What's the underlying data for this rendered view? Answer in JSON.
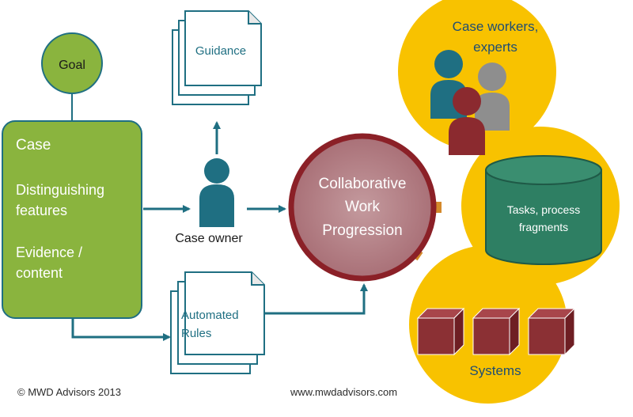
{
  "goal": {
    "label": "Goal"
  },
  "case": {
    "title": "Case",
    "line1": "Distinguishing",
    "line2": "features",
    "line3": "Evidence /",
    "line4": "content"
  },
  "guidance": {
    "label": "Guidance"
  },
  "case_owner": {
    "label": "Case owner"
  },
  "automated_rules": {
    "line1": "Automated",
    "line2": "Rules"
  },
  "collab": {
    "line1": "Collaborative",
    "line2": "Work",
    "line3": "Progression"
  },
  "case_workers": {
    "line1": "Case workers,",
    "line2": "experts"
  },
  "tasks": {
    "line1": "Tasks, process",
    "line2": "fragments"
  },
  "systems": {
    "label": "Systems"
  },
  "footer": {
    "copyright": "© MWD Advisors 2013",
    "url": "www.mwdadvisors.com"
  },
  "colors": {
    "green": "#8ab43e",
    "teal": "#1f6f82",
    "yellow": "#f8c200",
    "dark_red": "#8b2027",
    "brick": "#8b3034",
    "cylinder": "#2e7f63",
    "person_gray": "#8e8e8e"
  }
}
